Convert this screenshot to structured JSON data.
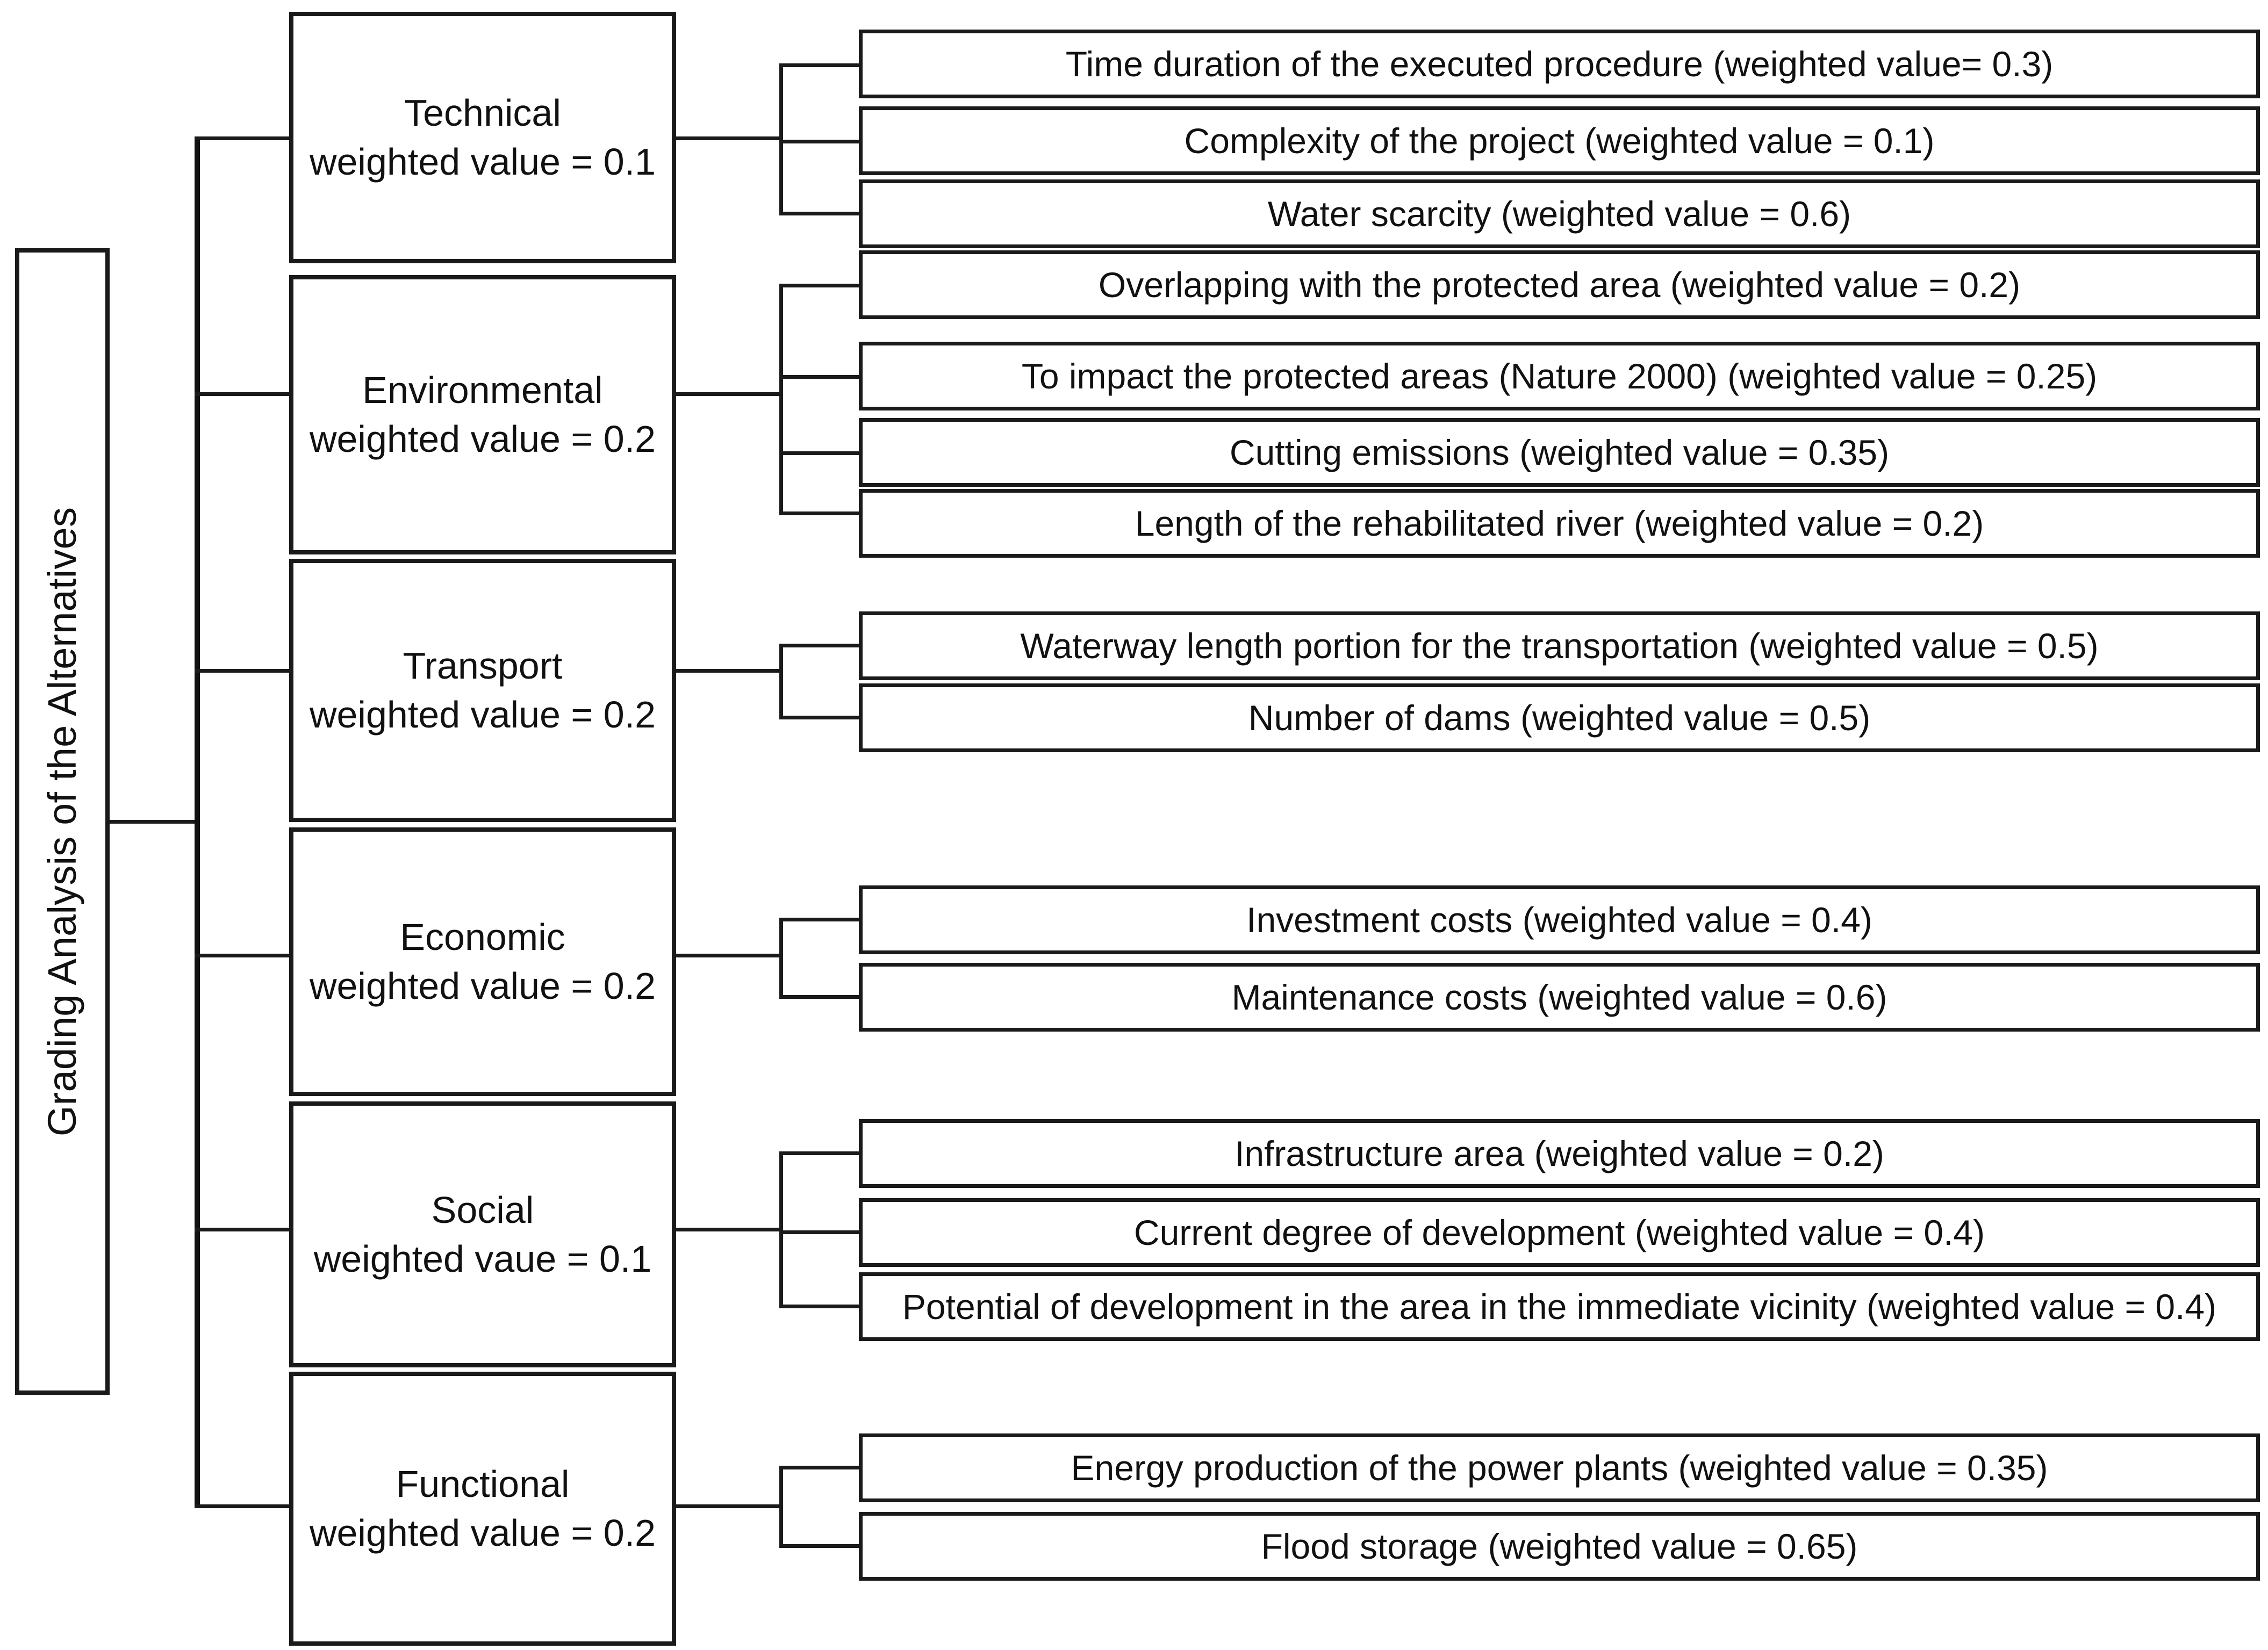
{
  "diagram": {
    "type": "hierarchy-tree",
    "root": {
      "label": "Grading Analysis of the Alternatives",
      "orientation": "vertical-text"
    },
    "categories": [
      {
        "id": "technical",
        "name": "Technical",
        "weight_line": "weighted value = 0.1",
        "weight": 0.1,
        "criteria": [
          {
            "label": "Time duration of the executed procedure (weighted value= 0.3)",
            "weight": 0.3
          },
          {
            "label": "Complexity of the project (weighted value = 0.1)",
            "weight": 0.1
          },
          {
            "label": "Water scarcity  (weighted value = 0.6)",
            "weight": 0.6
          }
        ]
      },
      {
        "id": "environmental",
        "name": "Environmental",
        "weight_line": "weighted value = 0.2",
        "weight": 0.2,
        "criteria": [
          {
            "label": "Overlapping with the protected area (weighted value = 0.2)",
            "weight": 0.2
          },
          {
            "label": "To impact the protected areas (Nature 2000) (weighted value = 0.25)",
            "weight": 0.25
          },
          {
            "label": "Cutting emissions (weighted value = 0.35)",
            "weight": 0.35
          },
          {
            "label": "Length of the rehabilitated river (weighted value = 0.2)",
            "weight": 0.2
          }
        ]
      },
      {
        "id": "transport",
        "name": "Transport",
        "weight_line": "weighted value = 0.2",
        "weight": 0.2,
        "criteria": [
          {
            "label": "Waterway length portion for the transportation (weighted value = 0.5)",
            "weight": 0.5
          },
          {
            "label": "Number of dams (weighted value = 0.5)",
            "weight": 0.5
          }
        ]
      },
      {
        "id": "economic",
        "name": "Economic",
        "weight_line": "weighted value = 0.2",
        "weight": 0.2,
        "criteria": [
          {
            "label": "Investment costs (weighted value = 0.4)",
            "weight": 0.4
          },
          {
            "label": "Maintenance costs (weighted value = 0.6)",
            "weight": 0.6
          }
        ]
      },
      {
        "id": "social",
        "name": "Social",
        "weight_line": "weighted vaue = 0.1",
        "weight": 0.1,
        "criteria": [
          {
            "label": "Infrastructure area (weighted value = 0.2)",
            "weight": 0.2
          },
          {
            "label": "Current degree of development (weighted value = 0.4)",
            "weight": 0.4
          },
          {
            "label": "Potential of development in the area in the immediate vicinity (weighted value = 0.4)",
            "weight": 0.4
          }
        ]
      },
      {
        "id": "functional",
        "name": "Functional",
        "weight_line": "weighted value = 0.2",
        "weight": 0.2,
        "criteria": [
          {
            "label": "Energy production of the power plants (weighted value = 0.35)",
            "weight": 0.35
          },
          {
            "label": "Flood storage (weighted value = 0.65)",
            "weight": 0.65
          }
        ]
      }
    ],
    "colors": {
      "stroke": "#1a1a1a",
      "text": "#111111",
      "background": "#ffffff"
    }
  }
}
